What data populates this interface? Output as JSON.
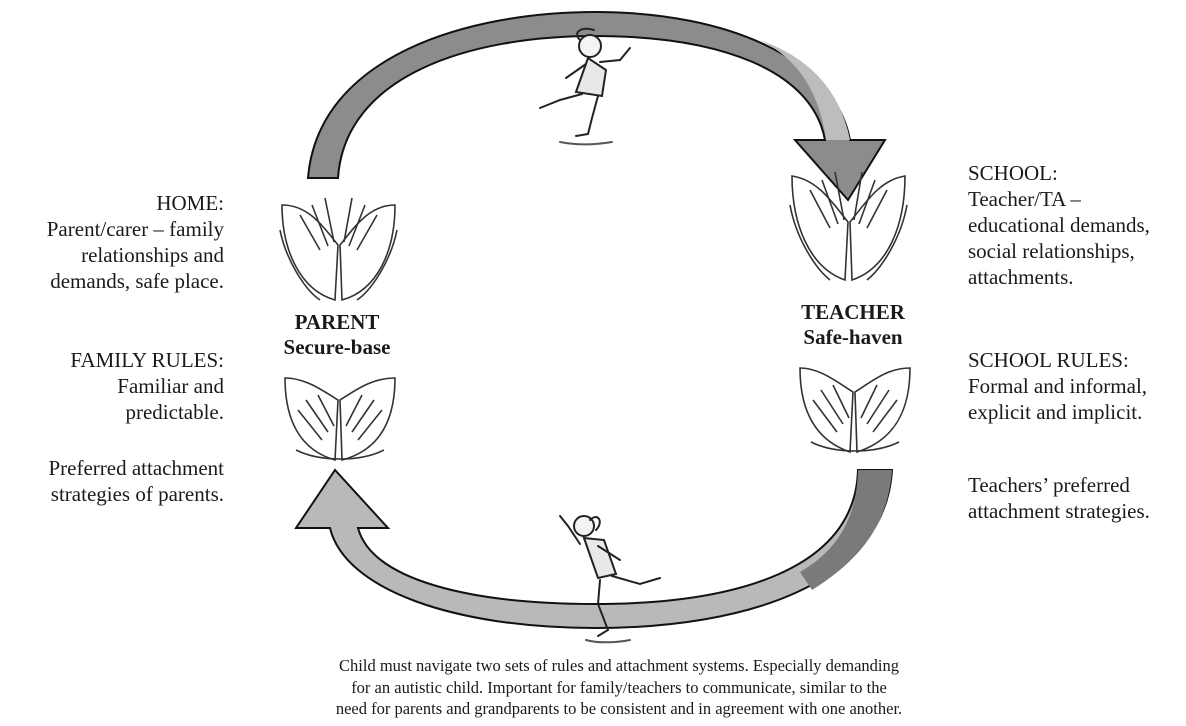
{
  "left": {
    "home_heading": "HOME:",
    "home_lines": [
      "Parent/carer – family",
      "relationships and",
      "demands, safe place."
    ],
    "family_rules_heading": "FAMILY RULES:",
    "family_rules_lines": [
      "Familiar and",
      "predictable."
    ],
    "preferred_lines": [
      "Preferred attachment",
      "strategies of parents."
    ]
  },
  "parent_label": {
    "title": "PARENT",
    "subtitle": "Secure-base"
  },
  "teacher_label": {
    "title": "TEACHER",
    "subtitle": "Safe-haven"
  },
  "right": {
    "school_heading": "SCHOOL:",
    "school_lines": [
      "Teacher/TA –",
      "educational demands,",
      "social relationships,",
      "attachments."
    ],
    "school_rules_heading": "SCHOOL RULES:",
    "school_rules_lines": [
      "Formal and informal,",
      "explicit and implicit."
    ],
    "preferred_lines": [
      "Teachers’ preferred",
      "attachment strategies."
    ]
  },
  "caption_lines": [
    "Child must navigate two sets of rules and attachment systems. Especially demanding",
    "for an autistic child. Important for family/teachers to communicate, similar to the",
    "need for parents and grandparents to be consistent and in agreement with one another."
  ],
  "colors": {
    "arrow_top": "#8c8c8c",
    "arrow_bottom": "#b9b9b9",
    "arrow_stroke": "#111111"
  }
}
